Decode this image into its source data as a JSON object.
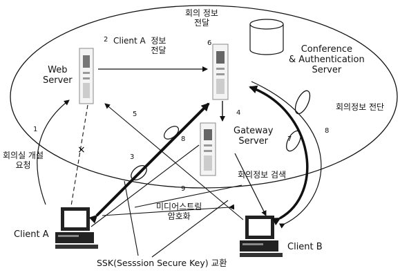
{
  "nodes": {
    "web_server": "Web\nServer",
    "conf_server": "Conference\n& Authentication\nServer",
    "gateway_server": "Gateway\nServer",
    "client_a": "Client A",
    "client_b": "Client B"
  },
  "labels": {
    "client_a_info": "Client A  정보\n전달",
    "meeting_info_top": "회의 정보\n전달",
    "meeting_info_right": "회의정보 전단",
    "meeting_search": "회의정보 검색",
    "room_open": "회의실 개설\n요청",
    "media_encrypt": "미디어스트림\n암호화",
    "ssk": "SSK(Sesssion Secure Key) 교환"
  },
  "steps": {
    "s1": "1",
    "s2": "2",
    "s3": "3",
    "s4": "4",
    "s5": "5",
    "s6": "6",
    "s7": "7",
    "s8a": "8",
    "s8b": "8",
    "s9": "9"
  }
}
